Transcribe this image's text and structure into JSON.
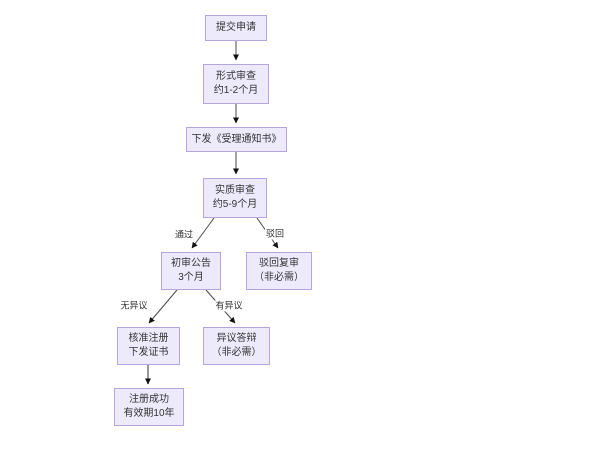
{
  "diagram": {
    "nodes": {
      "submit": {
        "line1": "提交申请",
        "line2": ""
      },
      "formal_exam": {
        "line1": "形式审查",
        "line2": "约1-2个月"
      },
      "acceptance_notice": {
        "line1": "下发《受理通知书》",
        "line2": ""
      },
      "substantive_exam": {
        "line1": "实质审查",
        "line2": "约5-9个月"
      },
      "preliminary_pub": {
        "line1": "初审公告",
        "line2": "3个月"
      },
      "rejection_review": {
        "line1": "驳回复审",
        "line2": "（非必需）"
      },
      "approve_register": {
        "line1": "核准注册",
        "line2": "下发证书"
      },
      "objection_defense": {
        "line1": "异议答辩",
        "line2": "（非必需）"
      },
      "register_success": {
        "line1": "注册成功",
        "line2": "有效期10年"
      }
    },
    "edge_labels": {
      "pass": "通过",
      "reject": "驳回",
      "no_objection": "无异议",
      "objection": "有异议"
    },
    "colors": {
      "node_fill": "#EDEBFB",
      "node_border": "#B5A4E0",
      "node_text": "#333333",
      "connector": "#4A4A4A",
      "connector_gray": "#999999",
      "background": "#FFFFFF"
    }
  }
}
